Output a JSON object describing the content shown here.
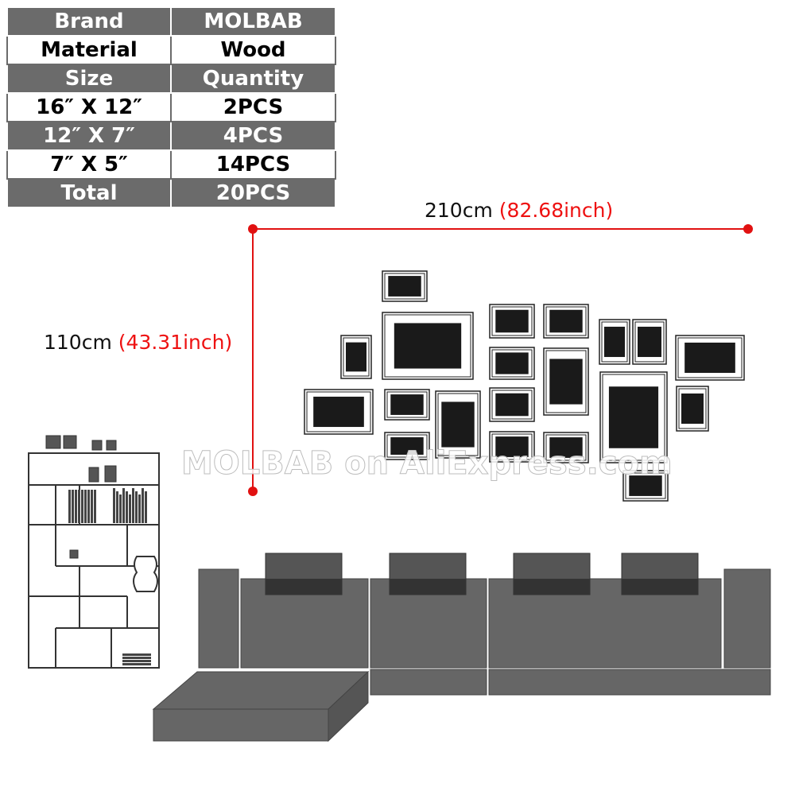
{
  "spec_table": {
    "rows": [
      {
        "label": "Brand",
        "value": "MOLBAB",
        "style": "dark"
      },
      {
        "label": "Material",
        "value": "Wood",
        "style": "light"
      },
      {
        "label": "Size",
        "value": "Quantity",
        "style": "dark"
      },
      {
        "label": "16″ X 12″",
        "value": "2PCS",
        "style": "light"
      },
      {
        "label": "12″ X 7″",
        "value": "4PCS",
        "style": "dark"
      },
      {
        "label": "7″ X 5″",
        "value": "14PCS",
        "style": "light"
      },
      {
        "label": "Total",
        "value": "20PCS",
        "style": "dark"
      }
    ]
  },
  "dimensions": {
    "width": {
      "cm": "210cm",
      "inch": "(82.68inch)"
    },
    "height": {
      "cm": "110cm",
      "inch": "(43.31inch)"
    }
  },
  "watermark": "MOLBAB on AliExpress.com",
  "colors": {
    "table_dark": "#6b6b6b",
    "dimension_line": "#e11111",
    "frame_photo": "#1a1a1a",
    "sofa": "#666666",
    "sofa_pillow": "#333333"
  }
}
